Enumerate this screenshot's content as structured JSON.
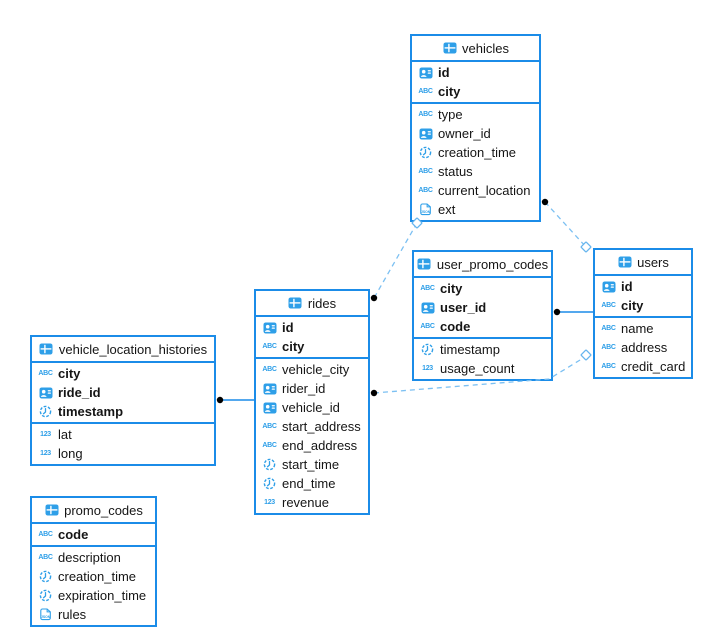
{
  "diagram": {
    "accent_color": "#1b8ce8",
    "icon_color": "#2e9fe8",
    "dashed_line_color": "#7cc0f2",
    "marker_dot_color": "#000000",
    "background_color": "#ffffff"
  },
  "tables": [
    {
      "name": "vehicles",
      "icon": "table-icon",
      "pk": [
        {
          "name": "id",
          "type": "uuid",
          "icon": "id-icon"
        },
        {
          "name": "city",
          "type": "string",
          "icon": "abc-icon"
        }
      ],
      "cols": [
        {
          "name": "type",
          "type": "string",
          "icon": "abc-icon"
        },
        {
          "name": "owner_id",
          "type": "uuid",
          "icon": "id-icon"
        },
        {
          "name": "creation_time",
          "type": "timestamp",
          "icon": "time-icon"
        },
        {
          "name": "status",
          "type": "string",
          "icon": "abc-icon"
        },
        {
          "name": "current_location",
          "type": "string",
          "icon": "abc-icon"
        },
        {
          "name": "ext",
          "type": "json",
          "icon": "json-icon"
        }
      ]
    },
    {
      "name": "user_promo_codes",
      "icon": "table-icon",
      "pk": [
        {
          "name": "city",
          "type": "string",
          "icon": "abc-icon"
        },
        {
          "name": "user_id",
          "type": "uuid",
          "icon": "id-icon"
        },
        {
          "name": "code",
          "type": "string",
          "icon": "abc-icon"
        }
      ],
      "cols": [
        {
          "name": "timestamp",
          "type": "timestamp",
          "icon": "time-icon"
        },
        {
          "name": "usage_count",
          "type": "number",
          "icon": "num-icon"
        }
      ]
    },
    {
      "name": "users",
      "icon": "table-icon",
      "pk": [
        {
          "name": "id",
          "type": "uuid",
          "icon": "id-icon"
        },
        {
          "name": "city",
          "type": "string",
          "icon": "abc-icon"
        }
      ],
      "cols": [
        {
          "name": "name",
          "type": "string",
          "icon": "abc-icon"
        },
        {
          "name": "address",
          "type": "string",
          "icon": "abc-icon"
        },
        {
          "name": "credit_card",
          "type": "string",
          "icon": "abc-icon"
        }
      ]
    },
    {
      "name": "rides",
      "icon": "table-icon",
      "pk": [
        {
          "name": "id",
          "type": "uuid",
          "icon": "id-icon"
        },
        {
          "name": "city",
          "type": "string",
          "icon": "abc-icon"
        }
      ],
      "cols": [
        {
          "name": "vehicle_city",
          "type": "string",
          "icon": "abc-icon"
        },
        {
          "name": "rider_id",
          "type": "uuid",
          "icon": "id-icon"
        },
        {
          "name": "vehicle_id",
          "type": "uuid",
          "icon": "id-icon"
        },
        {
          "name": "start_address",
          "type": "string",
          "icon": "abc-icon"
        },
        {
          "name": "end_address",
          "type": "string",
          "icon": "abc-icon"
        },
        {
          "name": "start_time",
          "type": "timestamp",
          "icon": "time-icon"
        },
        {
          "name": "end_time",
          "type": "timestamp",
          "icon": "time-icon"
        },
        {
          "name": "revenue",
          "type": "number",
          "icon": "num-icon"
        }
      ]
    },
    {
      "name": "vehicle_location_histories",
      "icon": "table-icon",
      "pk": [
        {
          "name": "city",
          "type": "string",
          "icon": "abc-icon"
        },
        {
          "name": "ride_id",
          "type": "uuid",
          "icon": "id-icon"
        },
        {
          "name": "timestamp",
          "type": "timestamp",
          "icon": "time-icon"
        }
      ],
      "cols": [
        {
          "name": "lat",
          "type": "number",
          "icon": "num-icon"
        },
        {
          "name": "long",
          "type": "number",
          "icon": "num-icon"
        }
      ]
    },
    {
      "name": "promo_codes",
      "icon": "table-icon",
      "pk": [
        {
          "name": "code",
          "type": "string",
          "icon": "abc-icon"
        }
      ],
      "cols": [
        {
          "name": "description",
          "type": "string",
          "icon": "abc-icon"
        },
        {
          "name": "creation_time",
          "type": "timestamp",
          "icon": "time-icon"
        },
        {
          "name": "expiration_time",
          "type": "timestamp",
          "icon": "time-icon"
        },
        {
          "name": "rules",
          "type": "json",
          "icon": "json-icon"
        }
      ]
    }
  ],
  "relationships": [
    {
      "from": "rides",
      "from_marker": "dot",
      "to": "vehicles",
      "to_marker": "diamond",
      "style": "dashed"
    },
    {
      "from": "vehicles",
      "from_marker": "dot",
      "to": "users",
      "to_marker": "diamond",
      "style": "dashed"
    },
    {
      "from": "rides",
      "from_marker": "dot",
      "to": "users",
      "to_marker": "diamond",
      "style": "dashed"
    },
    {
      "from": "vehicle_location_histories",
      "from_marker": "dot",
      "to": "rides",
      "to_marker": "none",
      "style": "solid"
    },
    {
      "from": "user_promo_codes",
      "from_marker": "dot",
      "to": "users",
      "to_marker": "none",
      "style": "solid"
    }
  ]
}
